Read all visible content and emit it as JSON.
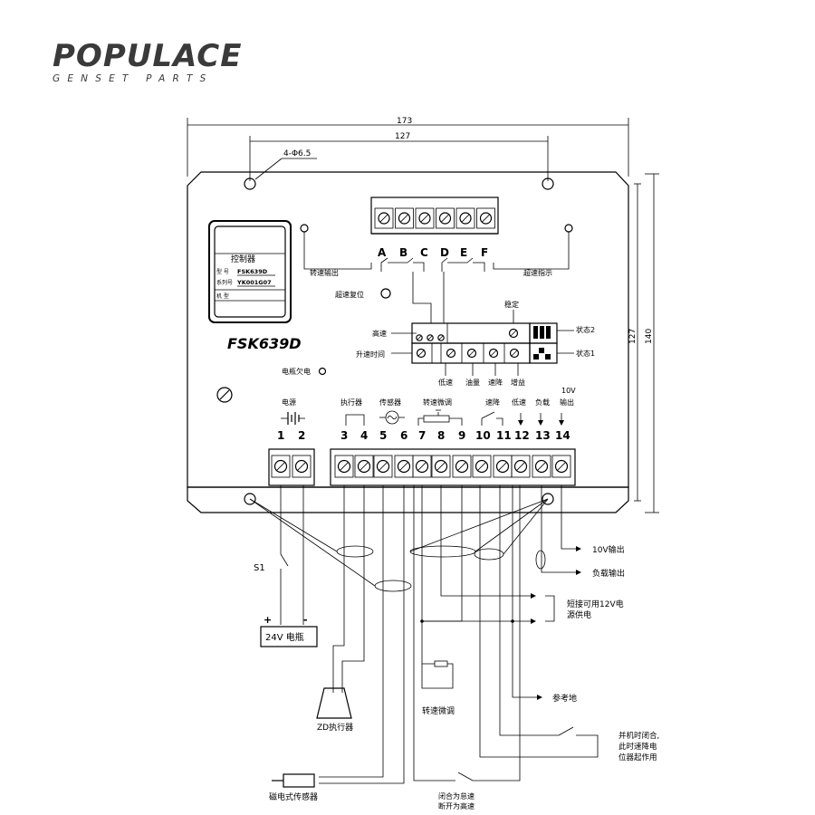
{
  "logo": {
    "brand": "POPULACE",
    "tagline": "GENSET PARTS",
    "accent_color": "#e8741c",
    "text_color": "#3a3a3a"
  },
  "dimensions": {
    "overall_width": "173",
    "hole_spacing_h": "127",
    "hole_spec": "4-Φ6.5",
    "height_inner": "127",
    "height_overall": "140"
  },
  "nameplate": {
    "title": "控制器",
    "model_label": "型 号",
    "model_value": "FSK639D",
    "series_label": "系列号",
    "series_value": "YK001G07",
    "machine_label": "机 型"
  },
  "model_text": "FSK639D",
  "relay_letters": [
    "A",
    "B",
    "C",
    "D",
    "E",
    "F"
  ],
  "panel_labels": {
    "speed_out": "转速输出",
    "overspeed_ind": "超速指示",
    "overspeed_reset": "超速复位",
    "stable": "稳定",
    "high_speed": "高速",
    "ramp_time": "升速时间",
    "status2": "状态2",
    "status1": "状态1",
    "low_speed": "低速",
    "fuel": "油量",
    "droop": "速降",
    "gain": "增益",
    "battery_low": "电瓶欠电"
  },
  "terminal_groups": {
    "power": "电源",
    "actuator": "执行器",
    "sensor": "传感器",
    "speed_trim": "转速微调",
    "droop": "速降",
    "low": "低速",
    "load": "负载",
    "ten_v_top": "10V",
    "output": "输出"
  },
  "terminal_numbers": [
    "1",
    "2",
    "3",
    "4",
    "5",
    "6",
    "7",
    "8",
    "9",
    "10",
    "11",
    "12",
    "13",
    "14"
  ],
  "wiring": {
    "s1": "S1",
    "plus": "+",
    "minus": "-",
    "battery": "24V 电瓶",
    "actuator": "ZD执行器",
    "mag_sensor": "磁电式传感器",
    "trim": "转速微调",
    "closed_idle": "闭合为怠速",
    "open_high": "断开为高速",
    "ten_v_out": "10V输出",
    "load_out": "负载输出",
    "short_12v_1": "短接可用12V电",
    "short_12v_2": "源供电",
    "ref_ground": "参考地",
    "parallel_1": "并机时闭合,",
    "parallel_2": "此时速降电",
    "parallel_3": "位器起作用"
  }
}
